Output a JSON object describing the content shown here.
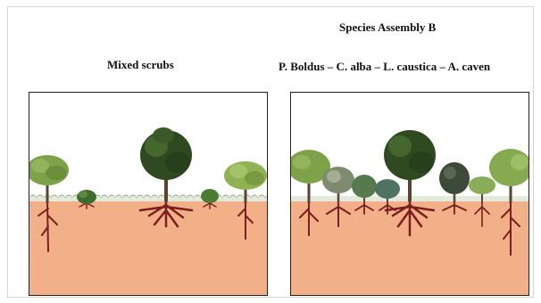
{
  "header": {
    "right_title": "Species Assembly B"
  },
  "left_panel": {
    "title": "Mixed scrubs",
    "soil_color": "#F2B088",
    "root_color": "#7A1E1E"
  },
  "right_panel": {
    "title": "P. Boldus – C. alba – L. caustica – A. caven",
    "soil_color": "#F2B088",
    "root_color": "#7A1E1E"
  }
}
